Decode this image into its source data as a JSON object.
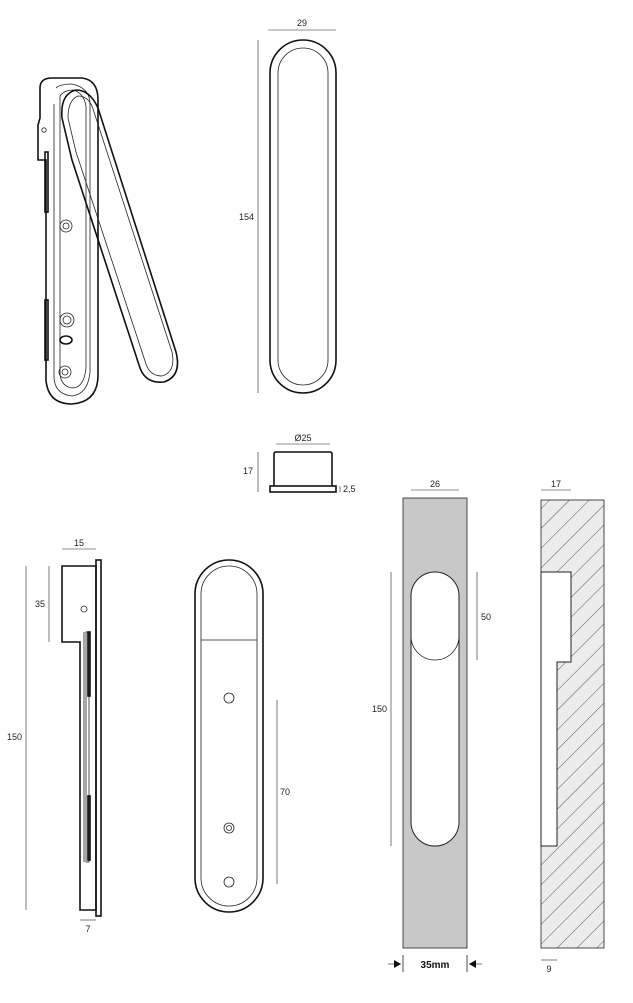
{
  "dimensions": {
    "top_width": "29",
    "top_height": "154",
    "cap_diameter": "Ø25",
    "cap_height": "17",
    "cap_flange": "2,5",
    "side_width": "15",
    "side_top": "35",
    "side_height": "150",
    "side_bottom": "7",
    "front_slot": "70",
    "cutout_width": "26",
    "cutout_top": "50",
    "cutout_height": "150",
    "door_thickness": "35mm",
    "section_depth": "17",
    "section_bottom": "9"
  },
  "colors": {
    "line": "#222222",
    "fill_gray": "#c8c8c8",
    "background": "#ffffff"
  }
}
